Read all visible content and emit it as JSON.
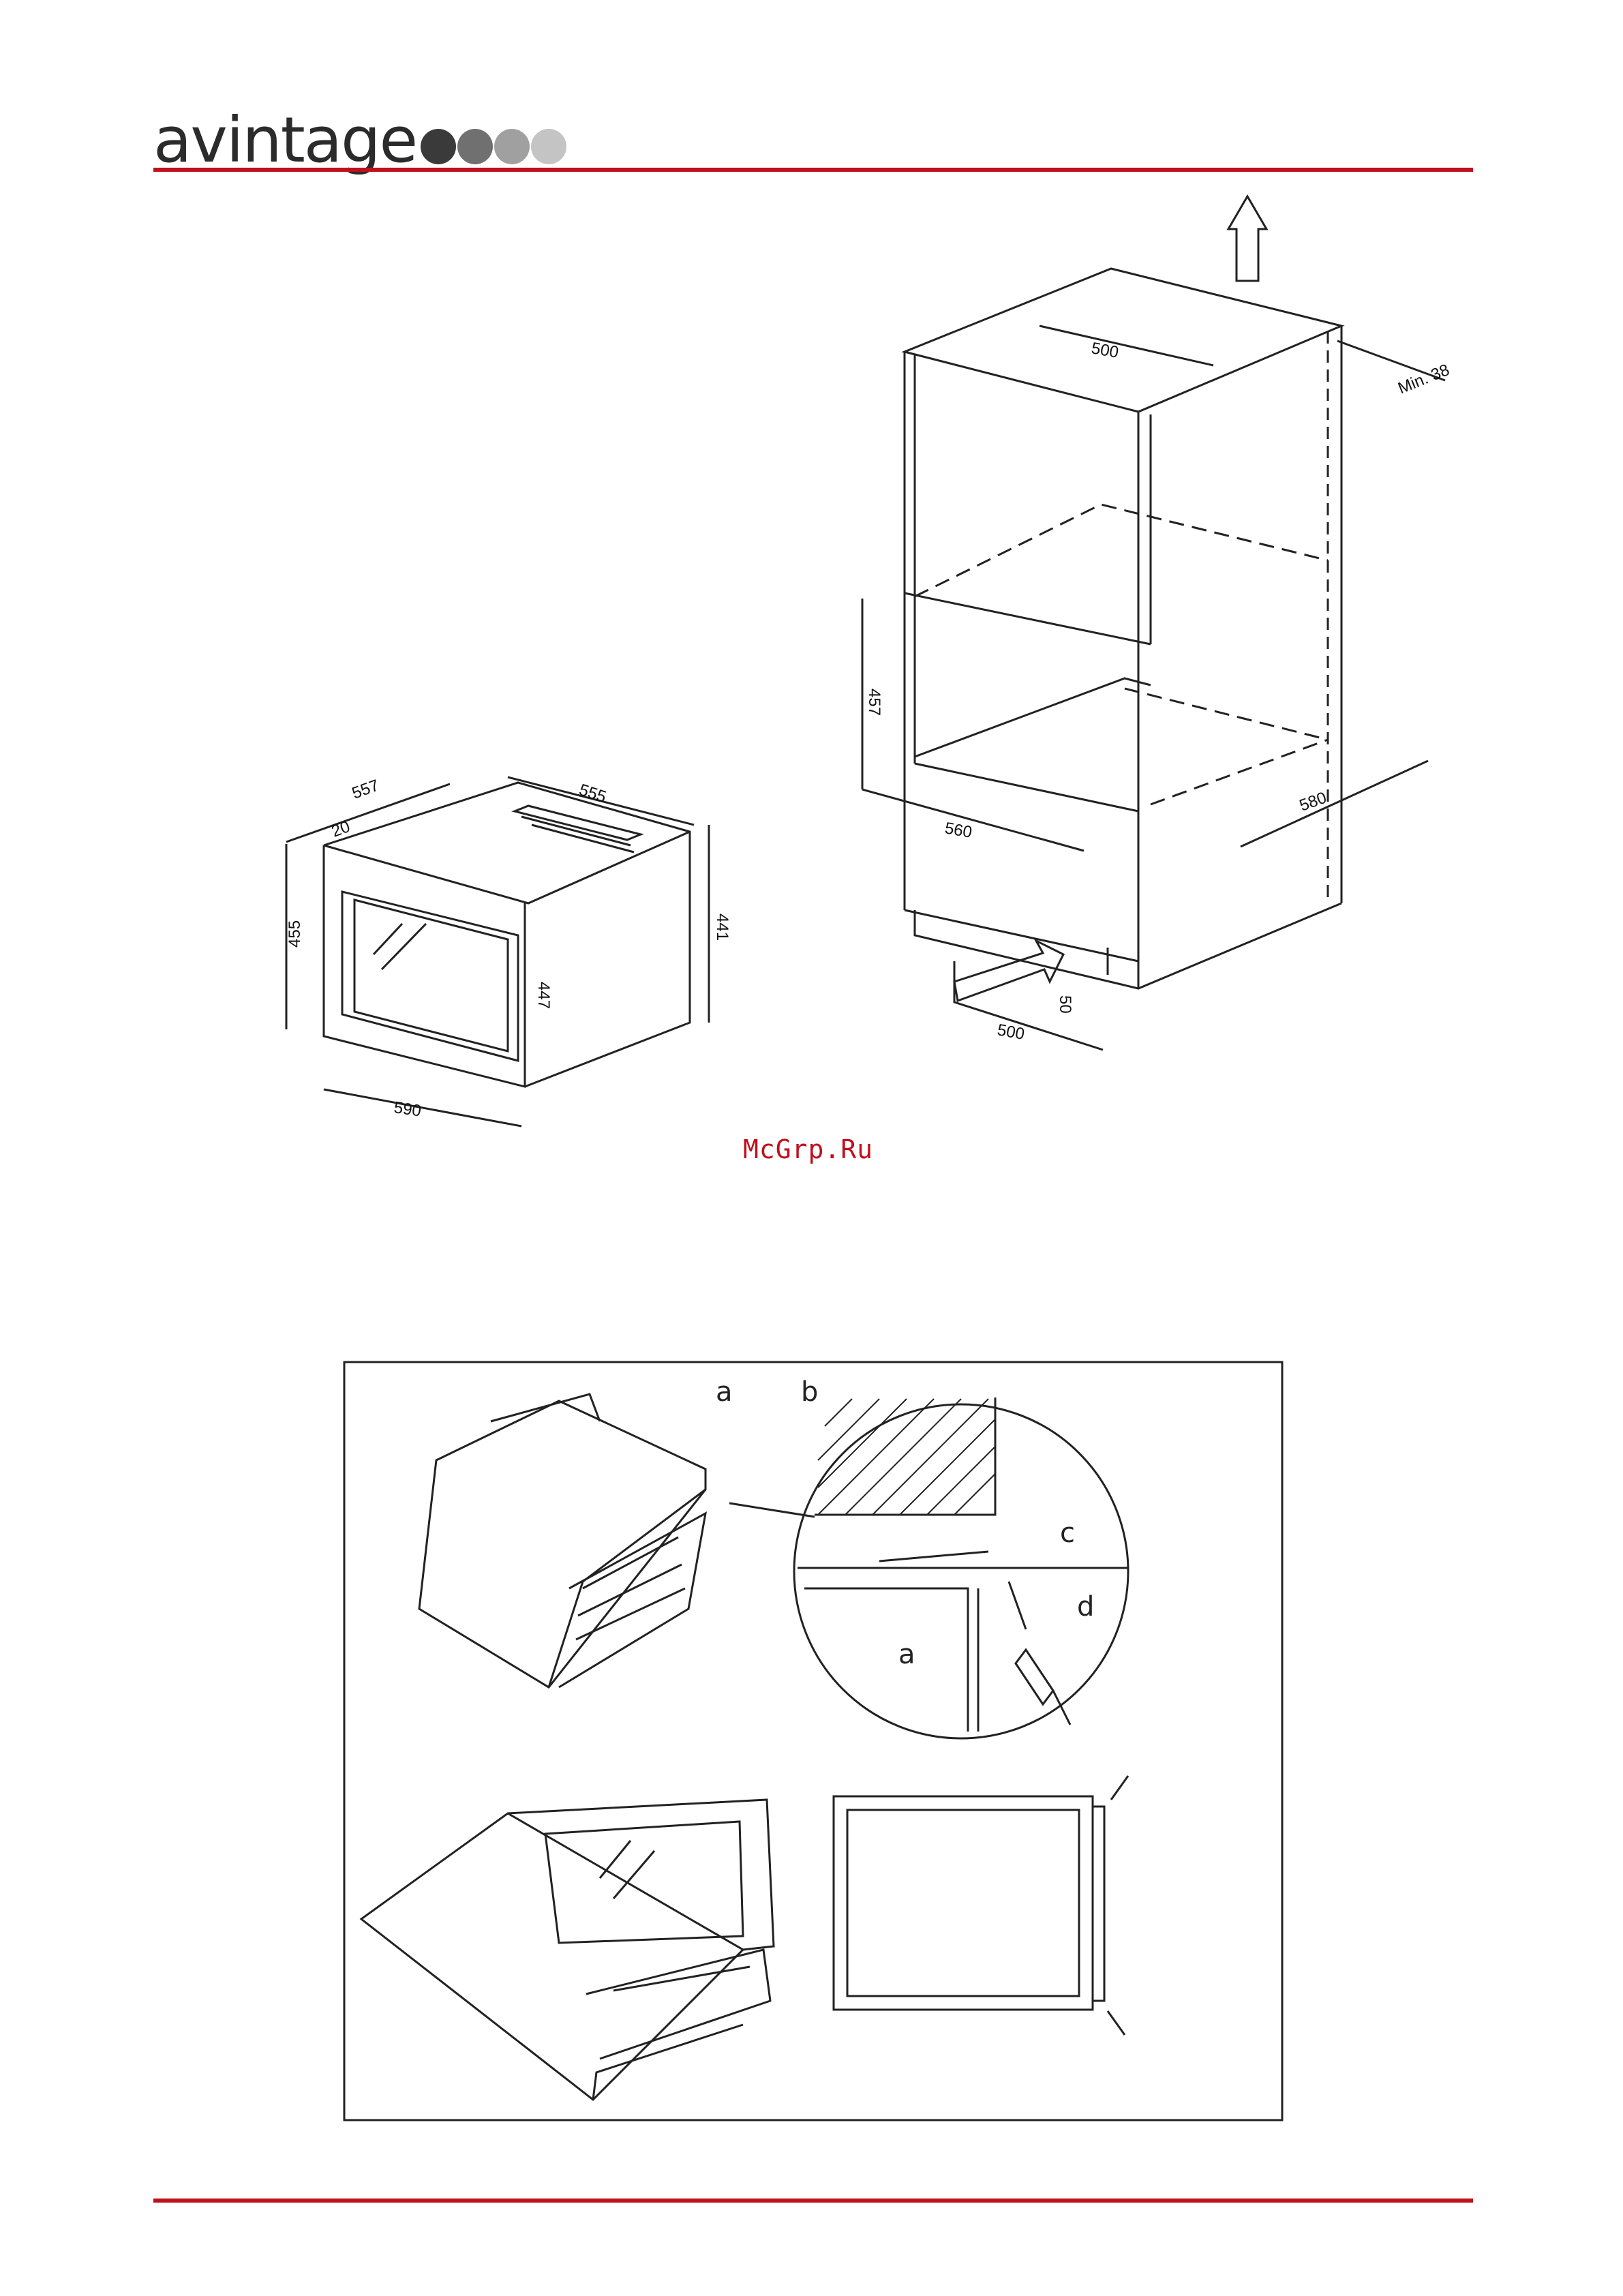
{
  "brand": {
    "logo_text": "avintage",
    "dot_colors": [
      "#3a3a3a",
      "#707070",
      "#a0a0a0",
      "#c4c4c4"
    ]
  },
  "colors": {
    "rule": "#c0101c",
    "watermark": "#c0101c",
    "line": "#222222"
  },
  "watermark": "McGrp.Ru",
  "appliance_dims": {
    "depth": "557",
    "door_offset": "20",
    "width_top": "555",
    "height_front": "455",
    "height_side": "447",
    "height_back": "441",
    "width_front": "590"
  },
  "cabinet_dims": {
    "top_opening": "500",
    "min_gap": "Min. 38",
    "niche_height": "457",
    "niche_width": "560",
    "niche_depth": "580",
    "vent_height": "50",
    "vent_width": "500"
  },
  "install_labels": {
    "a_top": "a",
    "b": "b",
    "c": "c",
    "d": "d",
    "a_detail": "a"
  }
}
